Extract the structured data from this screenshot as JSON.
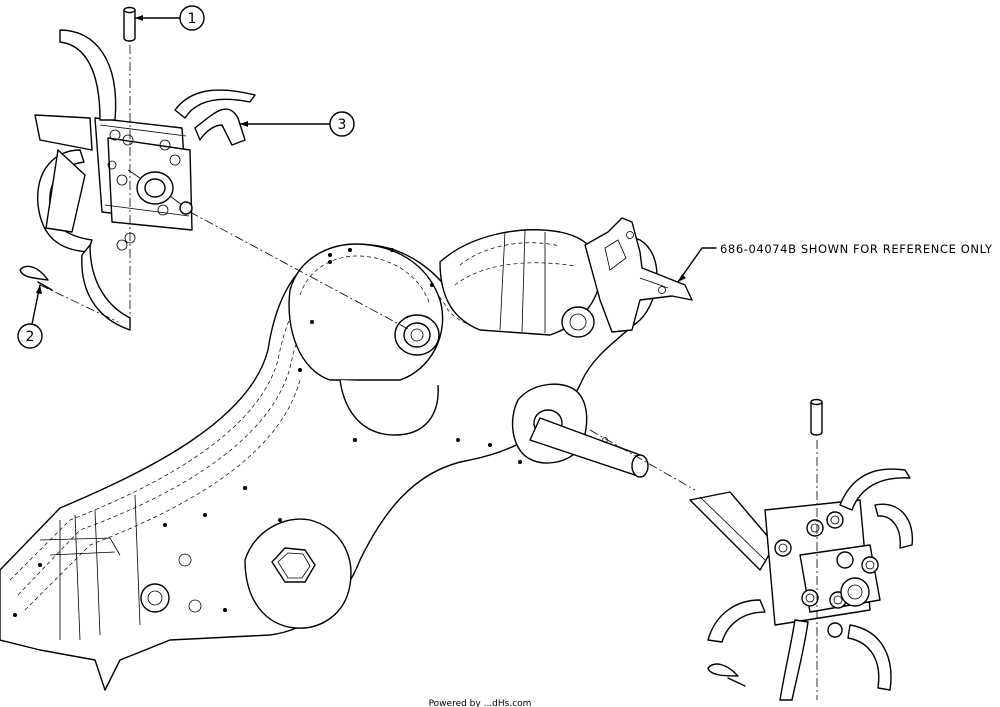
{
  "callouts": [
    {
      "number": "1"
    },
    {
      "number": "2"
    },
    {
      "number": "3"
    }
  ],
  "reference_note": "686-04074B SHOWN FOR REFERENCE ONLY",
  "footer_text": "Powered by ...dHs.com"
}
